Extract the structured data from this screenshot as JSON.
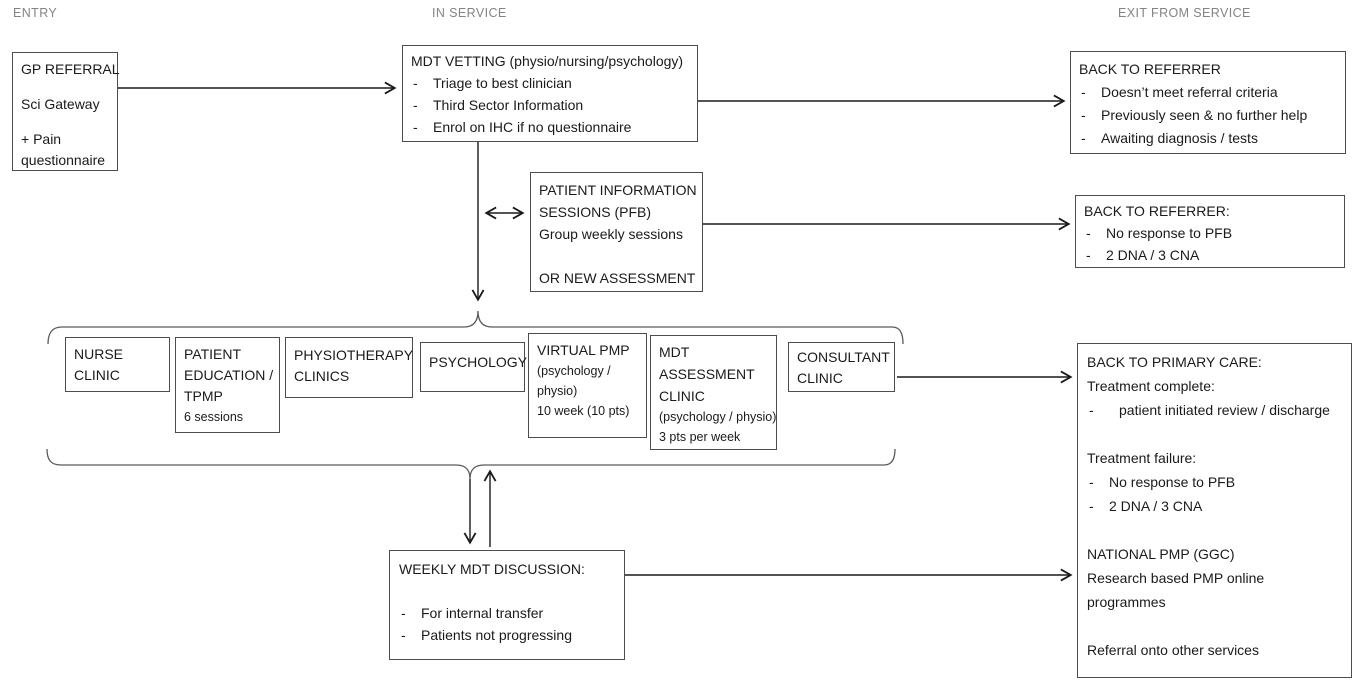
{
  "bullet_char": "-",
  "colors": {
    "border": "#4d4d4d",
    "text": "#1a1a1a",
    "header_text": "#848484",
    "arrow_line": "#1a1a1a",
    "brace_line": "#5a5a5a"
  },
  "headers": {
    "entry": "ENTRY",
    "in_service": "IN SERVICE",
    "exit_from_service": "EXIT FROM SERVICE"
  },
  "boxes": {
    "gp_referral": {
      "title": "GP REFERRAL",
      "line1": "Sci Gateway",
      "line2": "+ Pain questionnaire"
    },
    "mdt_vetting": {
      "title": "MDT VETTING (physio/nursing/psychology)",
      "bullets": [
        "Triage to best clinician",
        "Third Sector Information",
        "Enrol on IHC if no questionnaire"
      ]
    },
    "back_to_referrer_top": {
      "title": "BACK TO REFERRER",
      "bullets": [
        "Doesn’t meet referral criteria",
        "Previously seen & no further help",
        "Awaiting diagnosis / tests"
      ]
    },
    "patient_info_sessions": {
      "line1": "PATIENT INFORMATION",
      "line2": "SESSIONS (PFB)",
      "line3": "Group weekly sessions",
      "line4": "OR NEW ASSESSMENT"
    },
    "back_to_referrer_mid": {
      "title": "BACK TO REFERRER:",
      "bullets": [
        "No response to PFB",
        "2 DNA / 3 CNA"
      ]
    },
    "nurse_clinic": {
      "line1": "NURSE",
      "line2": "CLINIC"
    },
    "patient_education": {
      "line1": "PATIENT",
      "line2": "EDUCATION /",
      "line3": "TPMP",
      "note": "6 sessions"
    },
    "physiotherapy_clinics": {
      "line1": "PHYSIOTHERAPY",
      "line2": "CLINICS"
    },
    "psychology": {
      "line1": "PSYCHOLOGY"
    },
    "virtual_pmp": {
      "title": "VIRTUAL PMP",
      "sub1": "(psychology /",
      "sub2": "physio)",
      "sub3": "10 week (10 pts)"
    },
    "mdt_assessment_clinic": {
      "line1": "MDT",
      "line2": "ASSESSMENT",
      "line3": "CLINIC",
      "sub1": "(psychology / physio)",
      "sub2": "3 pts per week"
    },
    "consultant_clinic": {
      "line1": "CONSULTANT",
      "line2": "CLINIC"
    },
    "weekly_mdt": {
      "title": "WEEKLY MDT DISCUSSION:",
      "bullets": [
        "For internal transfer",
        "Patients not progressing"
      ]
    },
    "back_to_primary_care": {
      "title": "BACK TO PRIMARY CARE:",
      "complete_head": "Treatment complete:",
      "complete_bullets": [
        "patient initiated review / discharge"
      ],
      "failure_head": "Treatment failure:",
      "failure_bullets": [
        "No response to PFB",
        "2 DNA / 3 CNA"
      ],
      "national_head": "NATIONAL PMP (GGC)",
      "national_line1": "Research based PMP online",
      "national_line2": "programmes",
      "referral_line": "Referral onto other services"
    }
  }
}
